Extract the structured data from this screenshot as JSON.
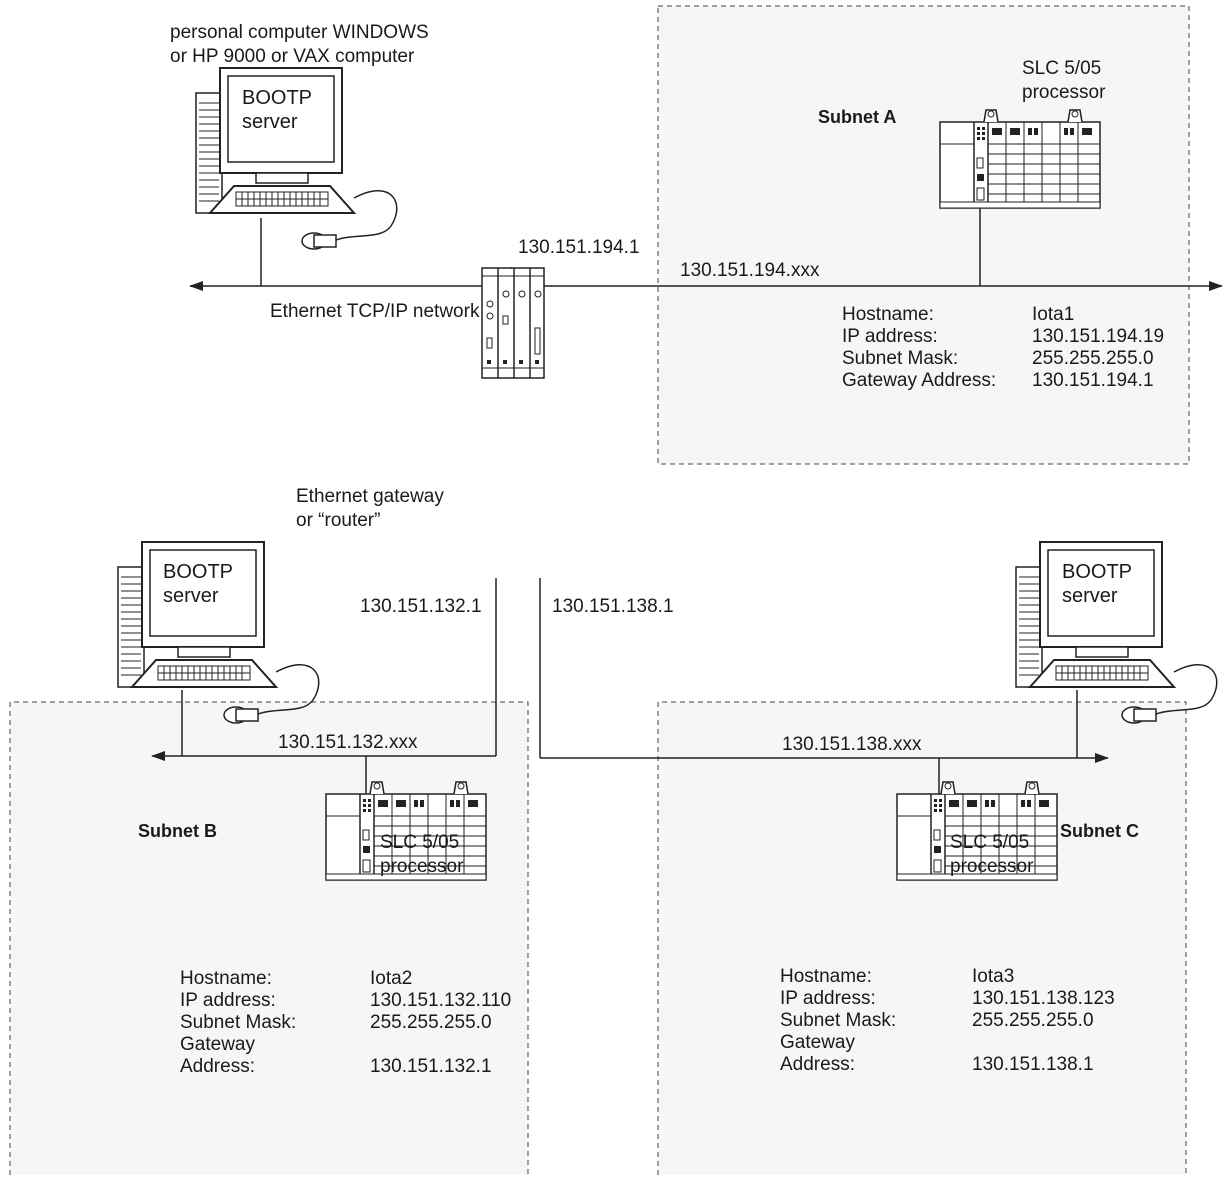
{
  "top_computer": {
    "caption_line1": "personal computer WINDOWS",
    "caption_line2": "or  HP 9000 or VAX computer",
    "screen_line1": "BOOTP",
    "screen_line2": "server"
  },
  "network_label": "Ethernet TCP/IP network",
  "gateway": {
    "label_line1": "Ethernet gateway",
    "label_line2": "or “router”",
    "address_top": "130.151.194.1",
    "address_left": "130.151.132.1",
    "address_right": "130.151.138.1"
  },
  "subnet_a": {
    "title": "Subnet A",
    "network_address": "130.151.194.xxx",
    "processor_line1": "SLC 5/05",
    "processor_line2": "processor",
    "labels": [
      "Hostname:",
      "IP address:",
      "Subnet Mask:",
      "Gateway Address:"
    ],
    "values": [
      "Iota1",
      "130.151.194.19",
      "255.255.255.0",
      "130.151.194.1"
    ]
  },
  "subnet_b": {
    "title": "Subnet B",
    "network_address": "130.151.132.xxx",
    "processor_line1": "SLC 5/05",
    "processor_line2": "processor",
    "server_line1": "BOOTP",
    "server_line2": "server",
    "labels": [
      "Hostname:",
      "IP address:",
      "Subnet Mask:",
      "Gateway",
      "Address:"
    ],
    "values": [
      "Iota2",
      "130.151.132.110",
      "255.255.255.0",
      "130.151.132.1"
    ]
  },
  "subnet_c": {
    "title": "Subnet C",
    "network_address": "130.151.138.xxx",
    "processor_line1": "SLC 5/05",
    "processor_line2": "processor",
    "server_line1": "BOOTP",
    "server_line2": "server",
    "labels": [
      "Hostname:",
      "IP address:",
      "Subnet Mask:",
      "Gateway",
      "Address:"
    ],
    "values": [
      "Iota3",
      "130.151.138.123",
      "255.255.255.0",
      "130.151.138.1"
    ]
  }
}
